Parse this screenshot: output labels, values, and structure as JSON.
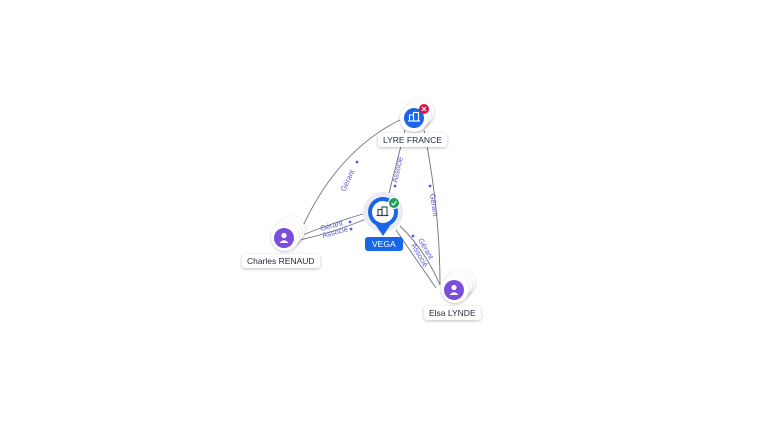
{
  "colors": {
    "company_blue": "#1a66e8",
    "person_purple": "#7c4ddb",
    "edge_gray": "#6b7280",
    "edge_label": "#5b5bd6",
    "badge_ok": "#1f9d55",
    "badge_closed": "#d6154a"
  },
  "nodes": {
    "lyre": {
      "label": "LYRE FRANCE",
      "icon": "building-icon",
      "badge": "closed-x"
    },
    "vega": {
      "label": "VEGA",
      "icon": "building-icon",
      "badge": "active-check"
    },
    "charles": {
      "label": "Charles RENAUD",
      "icon": "person-icon"
    },
    "elsa": {
      "label": "Elsa LYNDE",
      "icon": "person-icon"
    }
  },
  "edges": {
    "charles_lyre": "Gérant",
    "lyre_vega": "Associé",
    "lyre_elsa": "Gérant",
    "charles_vega_1": "Gérant",
    "charles_vega_2": "Associé",
    "vega_elsa_1": "Gérant",
    "vega_elsa_2": "Associé"
  }
}
